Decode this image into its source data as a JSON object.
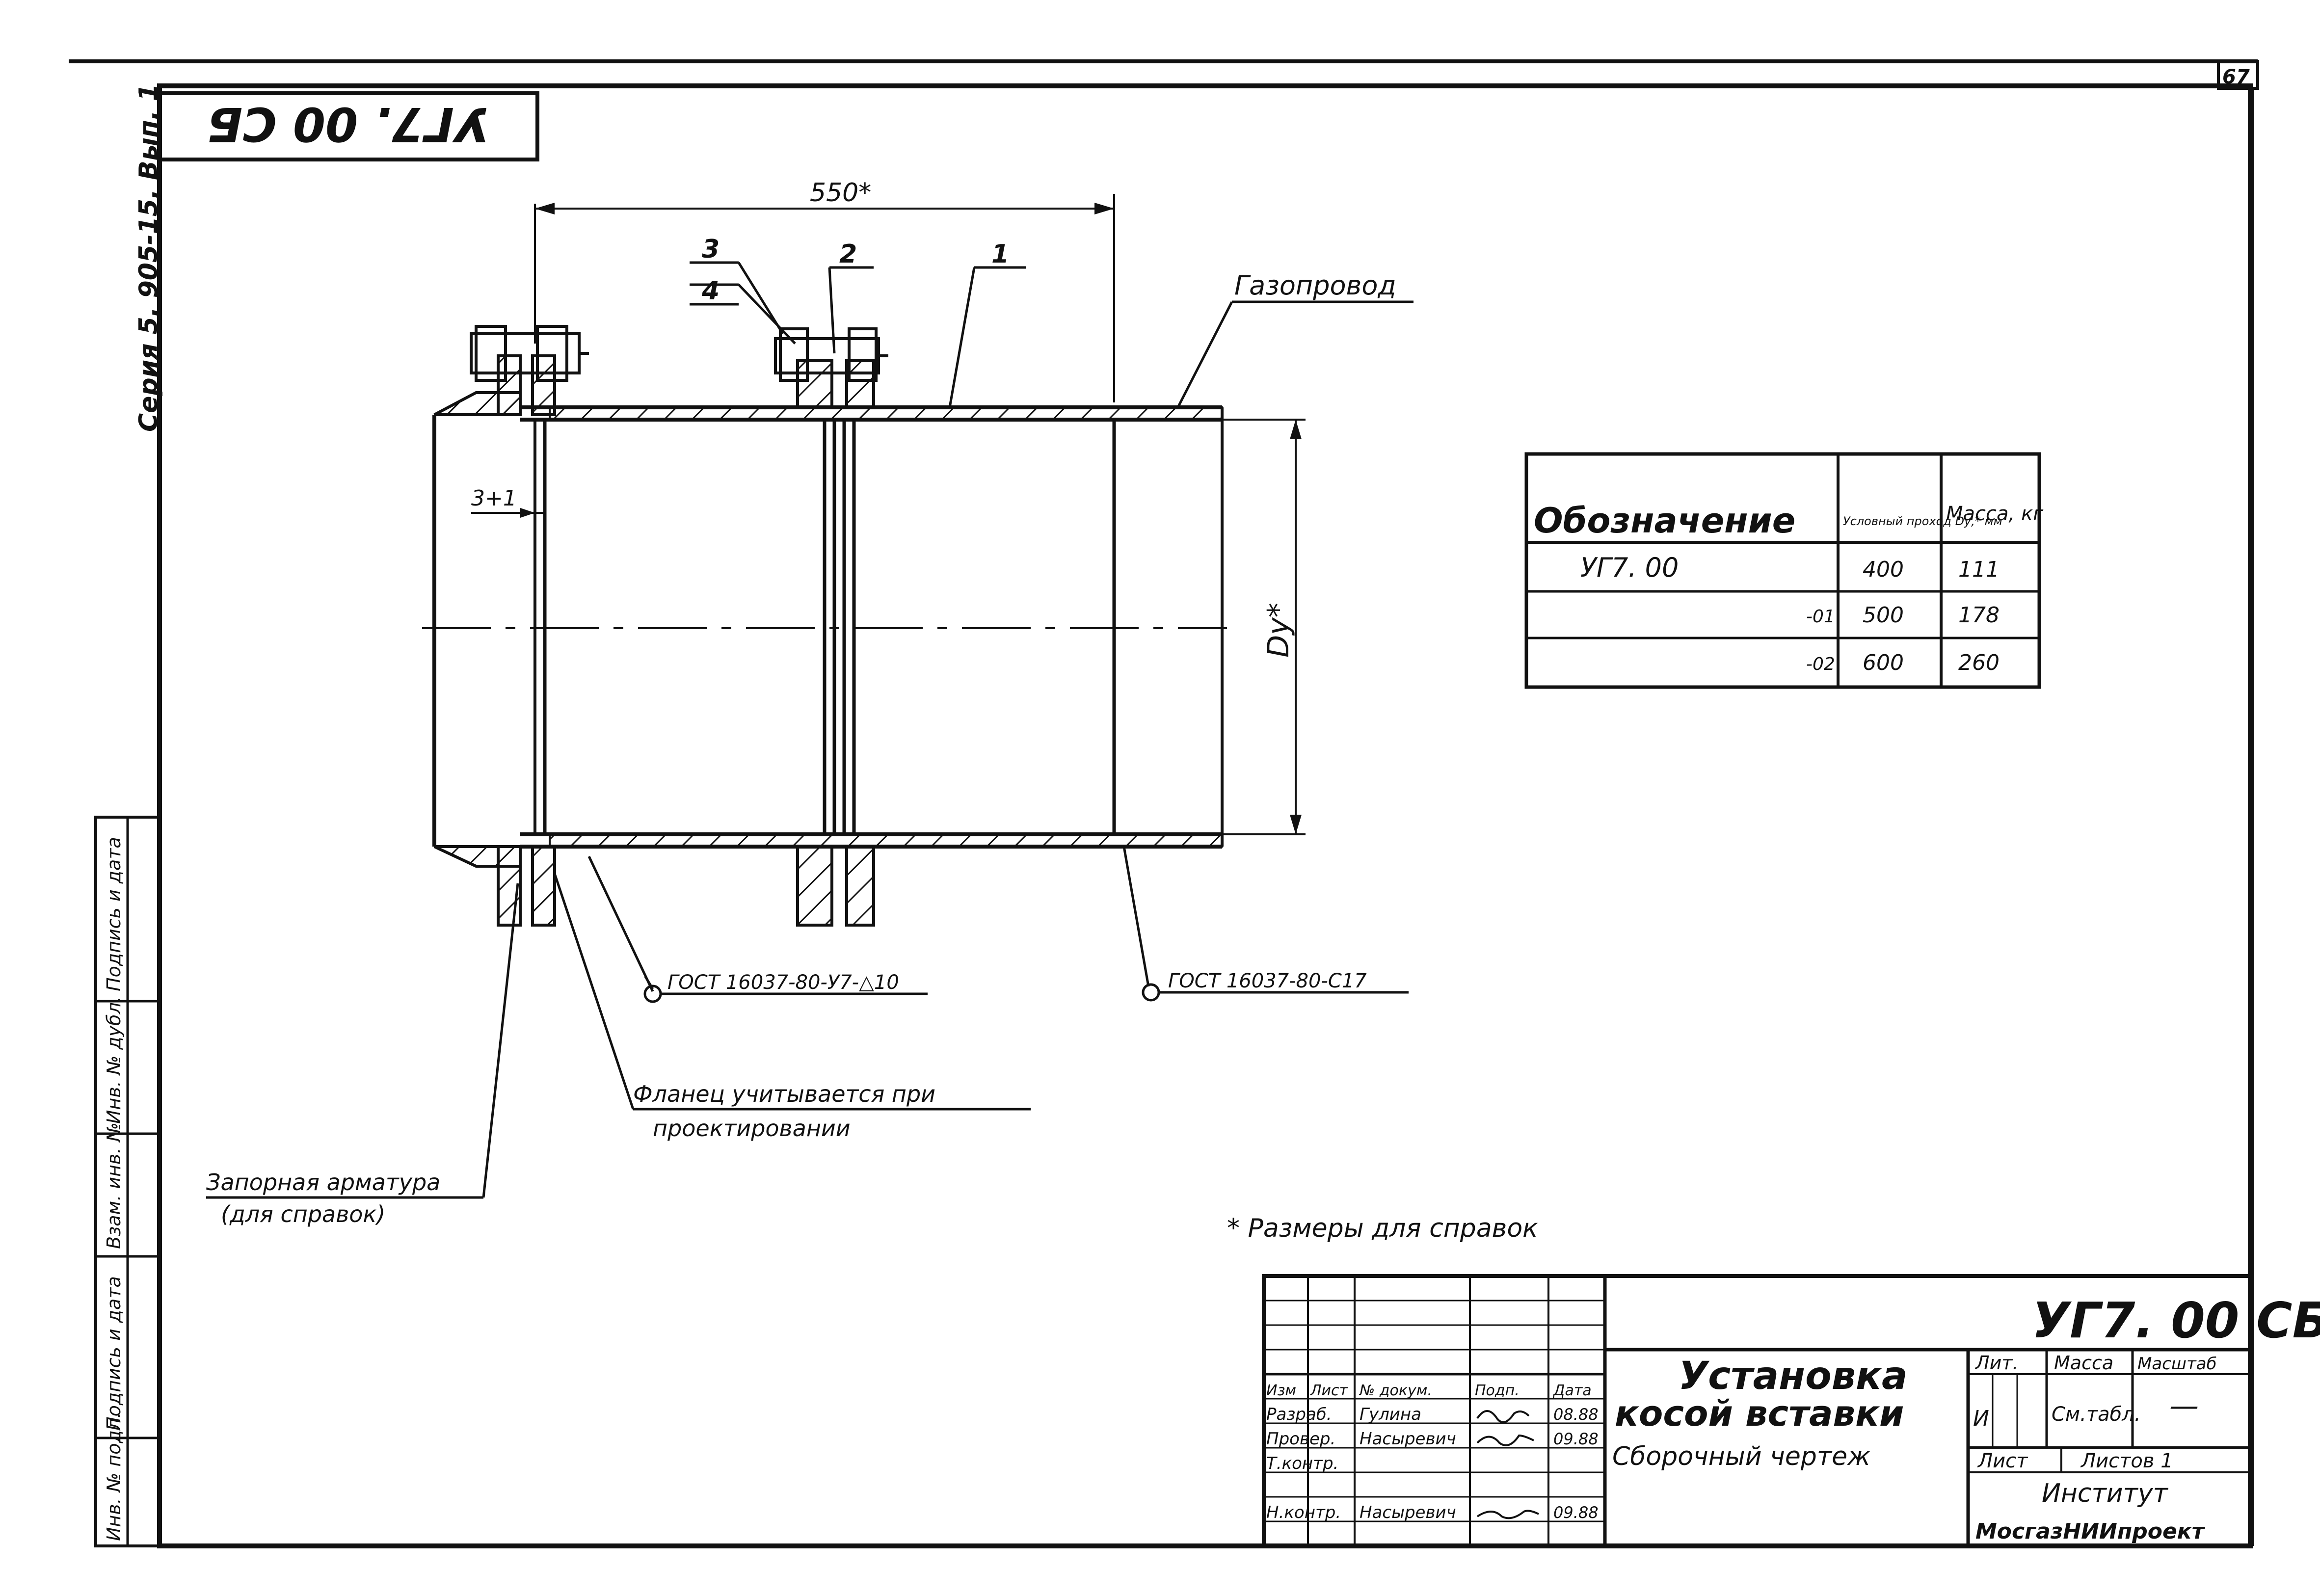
{
  "sheet_number": "67",
  "rotated_code": "УГ7. 00 СБ",
  "series_vertical": "Серия 5. 905-15, Вып. 1",
  "left_stamp_labels": [
    "Подпись и дата",
    "Инв. № дубл.",
    "Взам. инв. №",
    "Подпись и дата",
    "Инв. № подл."
  ],
  "drawing": {
    "dim_overall": "550*",
    "dim_gap": "3+1",
    "dim_diameter": "Dу*",
    "callouts": [
      "3",
      "4",
      "2",
      "1"
    ],
    "label_pipeline": "Газопровод",
    "weld_left": "ГОСТ 16037-80-У7-△10",
    "weld_right": "ГОСТ 16037-80-С17",
    "label_valve_line1": "Запорная арматура",
    "label_valve_line2": "(для справок)",
    "label_flange_line1": "Фланец учитывается при",
    "label_flange_line2": "проектировании",
    "footnote": "* Размеры для справок"
  },
  "spec_table": {
    "headers": [
      "Обозначение",
      "Условный проход Dу,* мм",
      "Масса, кг"
    ],
    "rows": [
      [
        "УГ7. 00",
        "400",
        "111"
      ],
      [
        "-01",
        "500",
        "178"
      ],
      [
        "-02",
        "600",
        "260"
      ]
    ]
  },
  "title_block": {
    "doc_code": "УГ7. 00 СБ",
    "title_line1": "Установка",
    "title_line2": "косой вставки",
    "subtitle": "Сборочный чертеж",
    "col_headers": [
      "Изм",
      "Лист",
      "№ докум.",
      "Подп.",
      "Дата"
    ],
    "signers": [
      {
        "role": "Разраб.",
        "name": "Гулина",
        "date": "08.88"
      },
      {
        "role": "Провер.",
        "name": "Насыревич",
        "date": "09.88"
      },
      {
        "role": "Т.контр.",
        "name": "",
        "date": ""
      },
      {
        "role": "Н.контр.",
        "name": "Насыревич",
        "date": "09.88"
      }
    ],
    "lit": "Лит.",
    "mass": "Масса",
    "scale": "Масштаб",
    "lit_value": "И",
    "mass_value": "См.табл.",
    "scale_value": "—",
    "sheet": "Лист",
    "sheets": "Листов 1",
    "org_line1": "Институт",
    "org_line2": "МосгазНИИпроект"
  }
}
